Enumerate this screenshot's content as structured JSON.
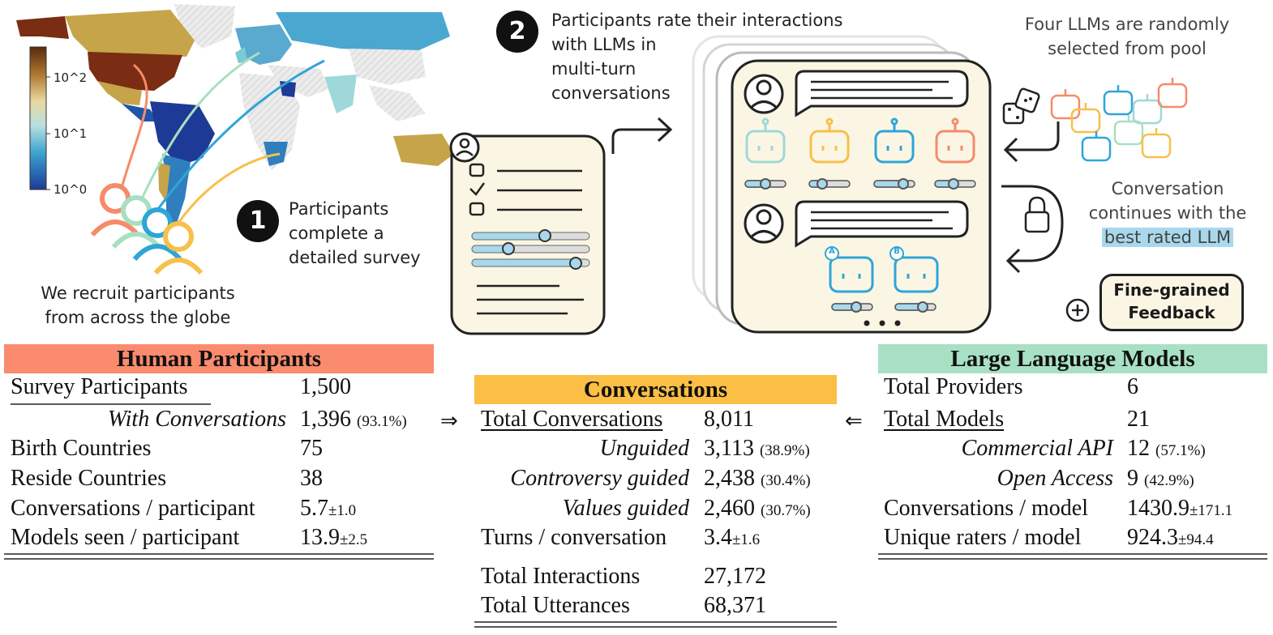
{
  "legend": {
    "ticks": [
      "10^2",
      "10^1",
      "10^0"
    ]
  },
  "steps": {
    "recruit": {
      "line1": "We recruit participants",
      "line2": "from across the globe"
    },
    "step1": {
      "number": "1",
      "line1": "Participants",
      "line2": "complete a",
      "line3": "detailed survey"
    },
    "step2": {
      "number": "2",
      "line1": "Participants rate their interactions",
      "line2": "with LLMs in",
      "line3": "multi-turn",
      "line4": "conversations"
    },
    "pool": {
      "line1": "Four LLMs are randomly",
      "line2": "selected from pool"
    },
    "continue": {
      "line1": "Conversation",
      "line2": "continues with the",
      "line3": "best rated LLM"
    },
    "feedback": {
      "line1": "Fine-grained",
      "line2": "Feedback"
    },
    "model_labels": [
      "A",
      "B"
    ]
  },
  "colors": {
    "participants_header": "#fb8b6e",
    "conversations_header": "#fbbf45",
    "models_header": "#a8e0c4",
    "highlight": "#a9d8ec"
  },
  "human": {
    "title": "Human Participants",
    "rows": [
      {
        "label": "Survey Participants",
        "value": "1,500",
        "note": ""
      },
      {
        "label": "With Conversations",
        "value": "1,396",
        "note": "(93.1%)"
      },
      {
        "label": "Birth Countries",
        "value": "75",
        "note": ""
      },
      {
        "label": "Reside Countries",
        "value": "38",
        "note": ""
      },
      {
        "label": "Conversations / participant",
        "value": "5.7",
        "note": "±1.0"
      },
      {
        "label": "Models seen / participant",
        "value": "13.9",
        "note": "±2.5"
      }
    ]
  },
  "conversations": {
    "title": "Conversations",
    "rows": [
      {
        "label": "Total Conversations",
        "value": "8,011",
        "note": ""
      },
      {
        "label": "Unguided",
        "value": "3,113",
        "note": "(38.9%)"
      },
      {
        "label": "Controversy guided",
        "value": "2,438",
        "note": "(30.4%)"
      },
      {
        "label": "Values guided",
        "value": "2,460",
        "note": "(30.7%)"
      },
      {
        "label": "Turns / conversation",
        "value": "3.4",
        "note": "±1.6"
      },
      {
        "label": "Total Interactions",
        "value": "27,172",
        "note": ""
      },
      {
        "label": "Total Utterances",
        "value": "68,371",
        "note": ""
      }
    ]
  },
  "models": {
    "title": "Large Language Models",
    "rows": [
      {
        "label": "Total Providers",
        "value": "6",
        "note": ""
      },
      {
        "label": "Total Models",
        "value": "21",
        "note": ""
      },
      {
        "label": "Commercial API",
        "value": "12",
        "note": "(57.1%)"
      },
      {
        "label": "Open Access",
        "value": "9",
        "note": "(42.9%)"
      },
      {
        "label": "Conversations / model",
        "value": "1430.9",
        "note": "±171.1"
      },
      {
        "label": "Unique raters / model",
        "value": "924.3",
        "note": "±94.4"
      }
    ]
  },
  "arrows": {
    "left": "⇒",
    "right": "⇐"
  }
}
